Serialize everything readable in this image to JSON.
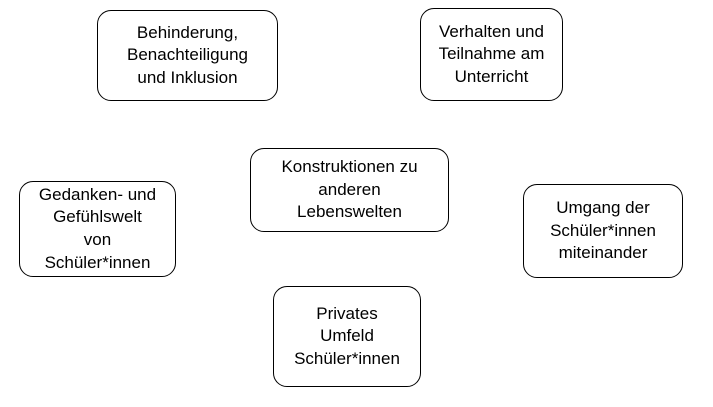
{
  "diagram": {
    "center": {
      "text": "Konstruktionen zu\nanderen\nLebenswelten"
    },
    "nodes": {
      "top_left": {
        "text": "Behinderung,\nBenachteiligung\nund Inklusion"
      },
      "top_right": {
        "text": "Verhalten und\nTeilnahme am\nUnterricht"
      },
      "left": {
        "text": "Gedanken- und\nGefühlswelt\nvon\nSchüler*innen"
      },
      "right": {
        "text": "Umgang der\nSchüler*innen\nmiteinander"
      },
      "bottom": {
        "text": "Privates\nUmfeld\nSchüler*innen"
      }
    },
    "colors": {
      "border": "#000000",
      "background": "#ffffff",
      "text": "#000000"
    }
  }
}
